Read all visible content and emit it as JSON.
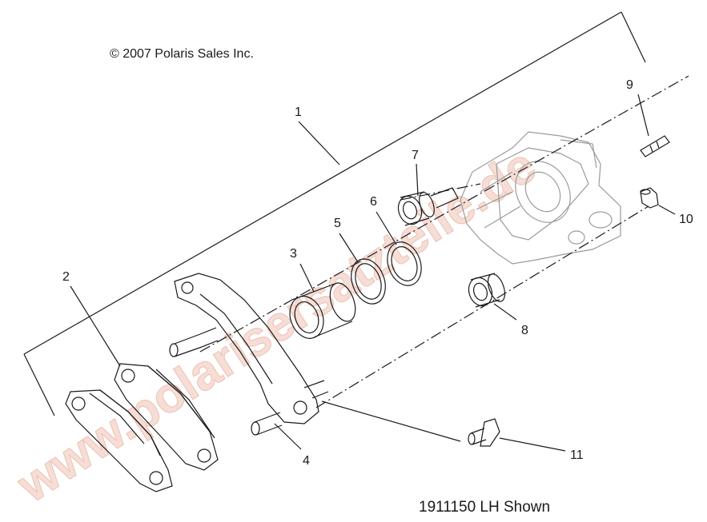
{
  "copyright": "© 2007 Polaris Sales Inc.",
  "footer_label": "1911150 LH Shown",
  "watermark": "www.polarisersatzteile.de",
  "callouts": {
    "c1": "1",
    "c2": "2",
    "c3": "3",
    "c4": "4",
    "c5": "5",
    "c6": "6",
    "c7": "7",
    "c8": "8",
    "c9": "9",
    "c10": "10",
    "c11": "11"
  },
  "colors": {
    "line": "#1a1a1a",
    "watermark": "#f3d8cf"
  }
}
